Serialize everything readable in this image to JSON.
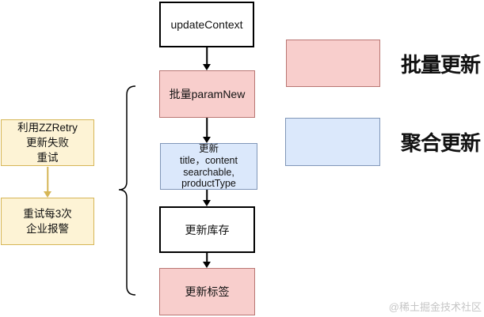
{
  "colors": {
    "text": "#111111",
    "plain_fill": "#ffffff",
    "plain_stroke": "#000000",
    "batch_fill": "#f8cecc",
    "batch_stroke": "#b97672",
    "aggregate_fill": "#dbe8fb",
    "aggregate_stroke": "#8096b8",
    "note_fill": "#fdf3d5",
    "note_stroke": "#d6b656",
    "arrow": "#000000",
    "note_arrow": "#d6b656",
    "watermark": "#c6c6c6"
  },
  "flow": {
    "nodes": [
      {
        "label": "updateContext",
        "style": "plain"
      },
      {
        "label": "批量paramNew",
        "style": "batch"
      },
      {
        "style": "aggregate",
        "lines": [
          "更新",
          "title，content",
          "searchable,",
          "productType"
        ]
      },
      {
        "label": "更新库存",
        "style": "plain"
      },
      {
        "label": "更新标签",
        "style": "batch"
      }
    ]
  },
  "side": {
    "nodes": [
      {
        "lines": [
          "利用ZZRetry",
          "更新失败",
          "重试"
        ]
      },
      {
        "lines": [
          "重试每3次",
          "企业报警"
        ]
      }
    ]
  },
  "legend": {
    "items": [
      {
        "label": "批量更新",
        "style": "batch"
      },
      {
        "label": "聚合更新",
        "style": "aggregate"
      }
    ]
  },
  "watermark": "@稀土掘金技术社区"
}
